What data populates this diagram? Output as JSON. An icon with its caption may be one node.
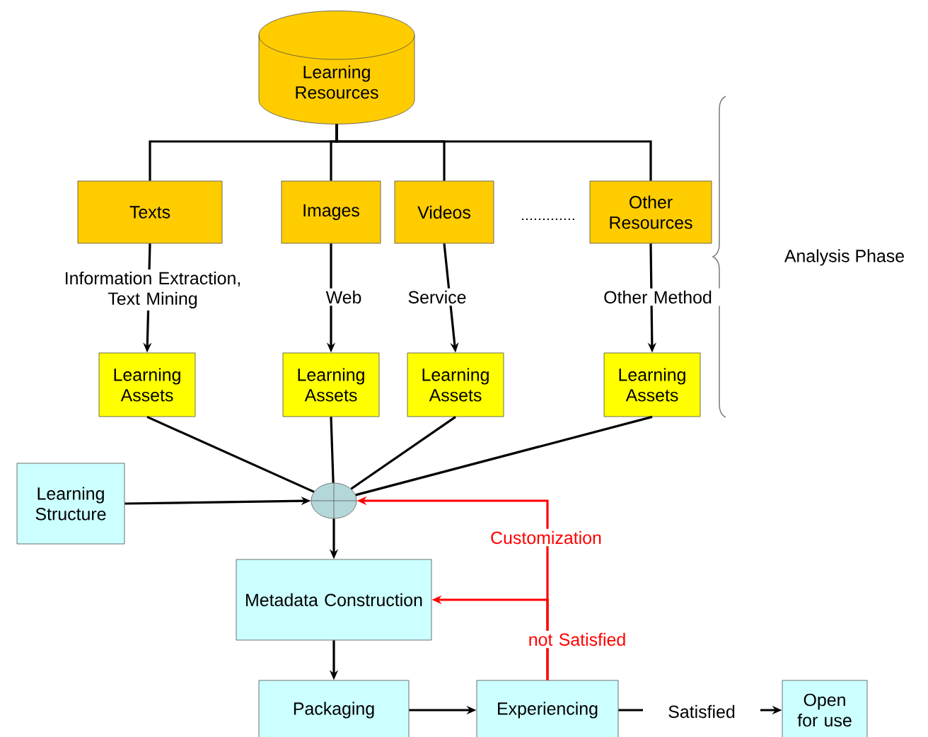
{
  "diagram": {
    "nodes": [
      {
        "text": [
          "Learning Resources"
        ]
      },
      {
        "text": [
          "Texts"
        ]
      },
      {
        "text": [
          "Images"
        ]
      },
      {
        "text": [
          "Videos"
        ]
      },
      {
        "text": [
          "Other Resources"
        ]
      },
      {
        "text": [
          "Learning Assets"
        ]
      },
      {
        "text": [
          "Learning Assets"
        ]
      },
      {
        "text": [
          "Learning Assets"
        ]
      },
      {
        "text": [
          "Learning Assets"
        ]
      },
      {
        "text": [
          "Learning Structure"
        ]
      },
      {
        "text": [],
        "shape": "circle"
      },
      {
        "text": [
          "Metadata Construction"
        ]
      },
      {
        "text": [
          "Packaging"
        ]
      },
      {
        "text": [
          "Experiencing"
        ]
      },
      {
        "text": [
          "Open for use"
        ]
      }
    ],
    "edges": [
      {
        "from": 0,
        "to": 1,
        "arrow": "none"
      },
      {
        "from": 0,
        "to": 2,
        "arrow": "none"
      },
      {
        "from": 0,
        "to": 3,
        "arrow": "none"
      },
      {
        "from": 0,
        "to": 4,
        "arrow": "none"
      },
      {
        "from": 1,
        "to": 5,
        "arrow": "to",
        "label": "Information Extraction, Text Mining"
      },
      {
        "from": 2,
        "to": 6,
        "arrow": "to",
        "label": "Web"
      },
      {
        "from": 3,
        "to": 7,
        "arrow": "to",
        "label": "Service"
      },
      {
        "from": 4,
        "to": 8,
        "arrow": "to",
        "label": "Other Method"
      },
      {
        "from": 5,
        "to": 10,
        "arrow": "none"
      },
      {
        "from": 6,
        "to": 10,
        "arrow": "none"
      },
      {
        "from": 7,
        "to": 10,
        "arrow": "none"
      },
      {
        "from": 8,
        "to": 10,
        "arrow": "none"
      },
      {
        "from": 9,
        "to": 10,
        "arrow": "to"
      },
      {
        "from": 10,
        "to": 11,
        "arrow": "to"
      },
      {
        "from": 11,
        "to": 12,
        "arrow": "to"
      },
      {
        "from": 12,
        "to": 13,
        "arrow": "to"
      },
      {
        "from": 13,
        "to": 14,
        "arrow": "to",
        "label": "Satisfied"
      },
      {
        "from": 13,
        "to": 10,
        "arrow": "to",
        "label": "Customization",
        "color": "#ff0000"
      },
      {
        "from": 13,
        "to": 11,
        "arrow": "to",
        "label": "not Satisfied",
        "color": "#ff0000"
      }
    ],
    "labels": [
      "Analysis Phase"
    ]
  }
}
